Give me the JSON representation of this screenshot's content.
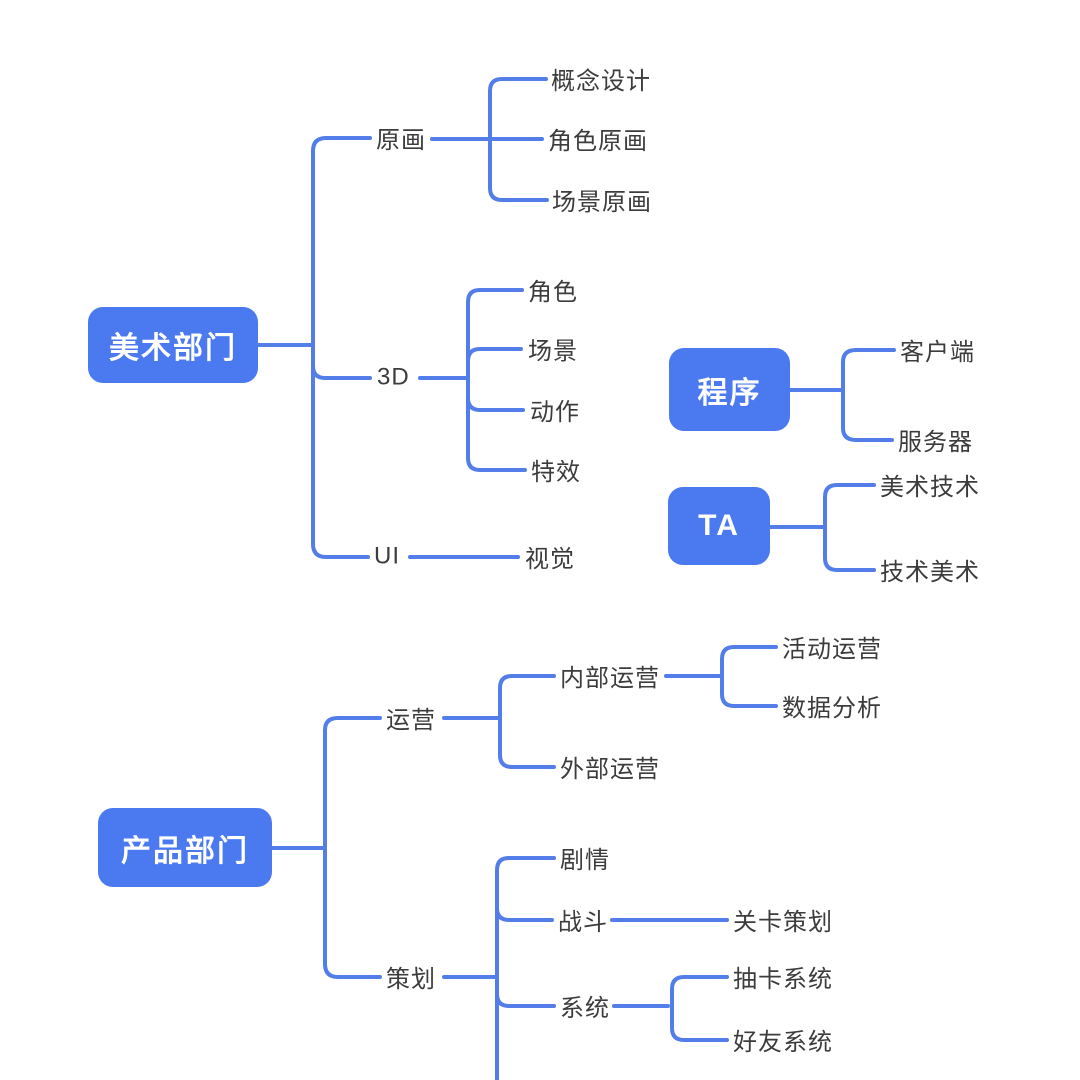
{
  "mindmap": {
    "colors": {
      "node_fill": "#4b79f0",
      "node_text": "#ffffff",
      "line": "#537de8",
      "label_text": "#3c3c3c",
      "background": "#ffffff"
    },
    "trees": [
      {
        "label": "美术部门",
        "children": [
          {
            "label": "原画",
            "children": [
              {
                "label": "概念设计"
              },
              {
                "label": "角色原画"
              },
              {
                "label": "场景原画"
              }
            ]
          },
          {
            "label": "3D",
            "children": [
              {
                "label": "角色"
              },
              {
                "label": "场景"
              },
              {
                "label": "动作"
              },
              {
                "label": "特效"
              }
            ]
          },
          {
            "label": "UI",
            "children": [
              {
                "label": "视觉"
              }
            ]
          }
        ]
      },
      {
        "label": "程序",
        "children": [
          {
            "label": "客户端"
          },
          {
            "label": "服务器"
          }
        ]
      },
      {
        "label": "TA",
        "children": [
          {
            "label": "美术技术"
          },
          {
            "label": "技术美术"
          }
        ]
      },
      {
        "label": "产品部门",
        "children": [
          {
            "label": "运营",
            "children": [
              {
                "label": "内部运营",
                "children": [
                  {
                    "label": "活动运营"
                  },
                  {
                    "label": "数据分析"
                  }
                ]
              },
              {
                "label": "外部运营"
              }
            ]
          },
          {
            "label": "策划",
            "children": [
              {
                "label": "剧情"
              },
              {
                "label": "战斗",
                "children": [
                  {
                    "label": "关卡策划"
                  }
                ]
              },
              {
                "label": "系统",
                "children": [
                  {
                    "label": "抽卡系统"
                  },
                  {
                    "label": "好友系统"
                  }
                ]
              }
            ]
          }
        ]
      }
    ]
  }
}
